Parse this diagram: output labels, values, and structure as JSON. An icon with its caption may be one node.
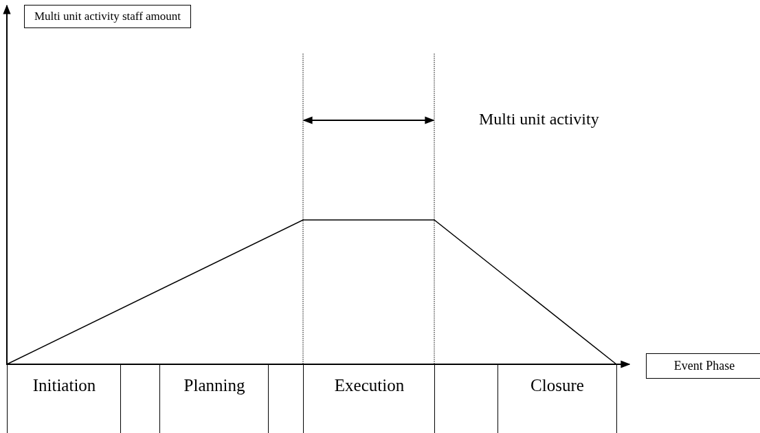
{
  "diagram": {
    "nodes": [
      {
        "text": [
          "Multi unit activity staff amount"
        ]
      },
      {
        "text": [
          "Initiation"
        ]
      },
      {
        "text": [],
        "shape": "box"
      },
      {
        "text": [
          "Planning"
        ]
      },
      {
        "text": [],
        "shape": "box"
      },
      {
        "text": [
          "Execution"
        ]
      },
      {
        "text": [],
        "shape": "box"
      },
      {
        "text": [
          "Closure"
        ]
      },
      {
        "text": [
          "Event Phase"
        ]
      }
    ],
    "labels": [
      "Multi unit activity"
    ]
  }
}
